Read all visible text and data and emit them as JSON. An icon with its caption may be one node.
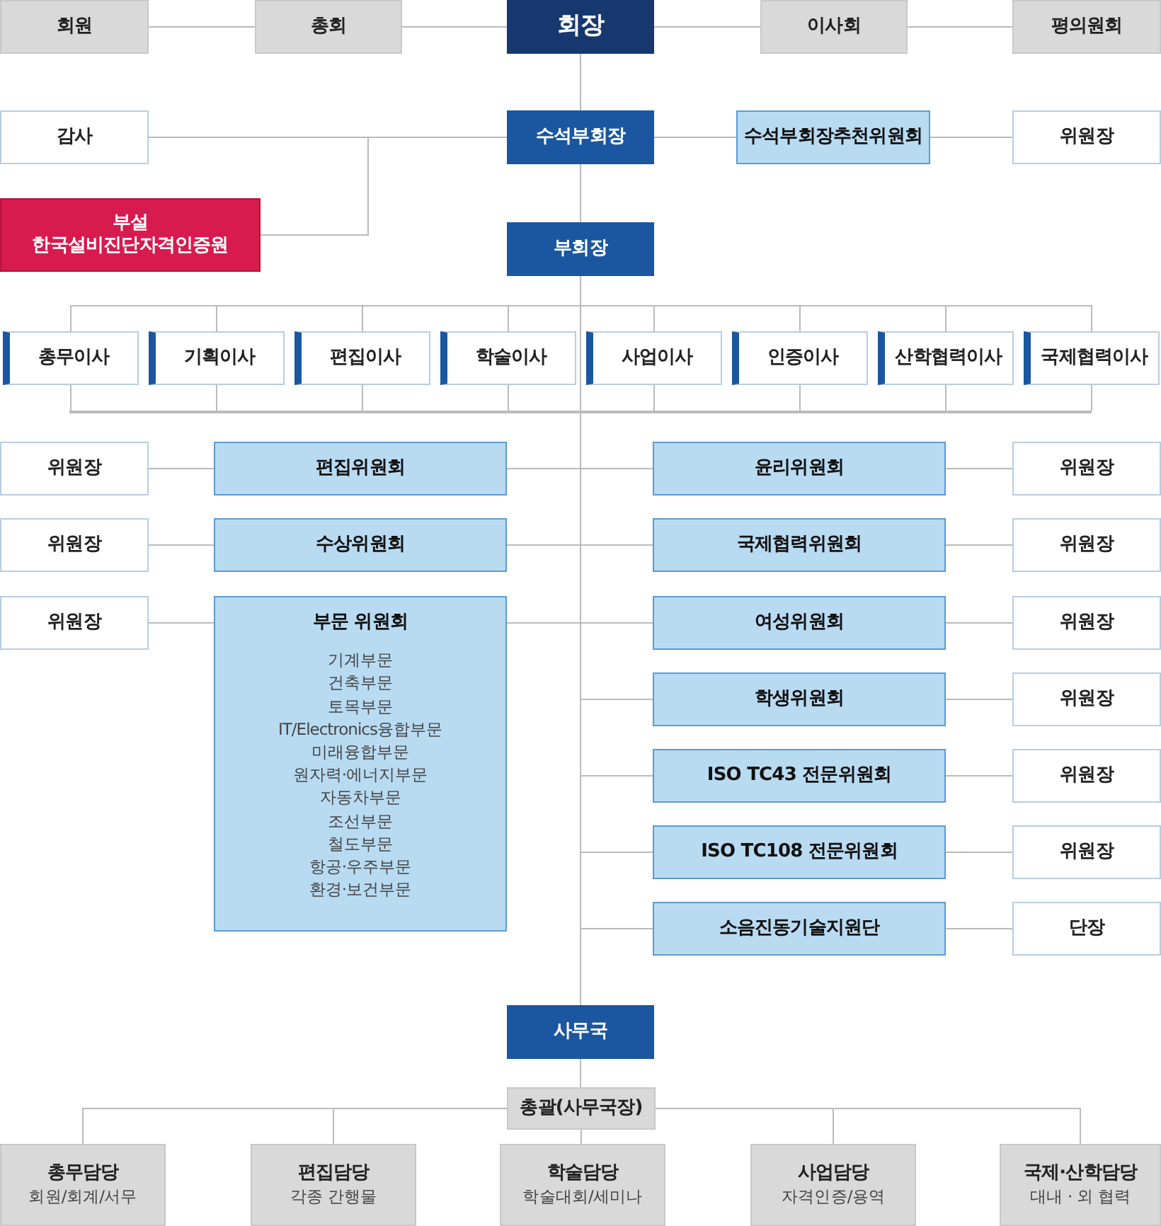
{
  "diagram": {
    "nodes": [
      {
        "text": [
          "회원"
        ]
      },
      {
        "text": [
          "총회"
        ]
      },
      {
        "text": [
          "회장"
        ]
      },
      {
        "text": [
          "이사회"
        ]
      },
      {
        "text": [
          "평의원회"
        ]
      },
      {
        "text": [
          "감사"
        ]
      },
      {
        "text": [
          "수석부회장"
        ]
      },
      {
        "text": [
          "수석부회장추천위원회"
        ]
      },
      {
        "text": [
          "위원장"
        ]
      },
      {
        "text": [
          "부설",
          "한국설비진단자격인증원"
        ]
      },
      {
        "text": [
          "부회장"
        ]
      },
      {
        "text": [
          "총무이사"
        ]
      },
      {
        "text": [
          "기획이사"
        ]
      },
      {
        "text": [
          "편집이사"
        ]
      },
      {
        "text": [
          "학술이사"
        ]
      },
      {
        "text": [
          "사업이사"
        ]
      },
      {
        "text": [
          "인증이사"
        ]
      },
      {
        "text": [
          "산학협력이사"
        ]
      },
      {
        "text": [
          "국제협력이사"
        ]
      },
      {
        "text": [
          "위원장"
        ]
      },
      {
        "text": [
          "편집위원회"
        ]
      },
      {
        "text": [
          "위원장"
        ]
      },
      {
        "text": [
          "수상위원회"
        ]
      },
      {
        "text": [
          "위원장"
        ]
      },
      {
        "text": [
          "부문 위원회",
          "기계부문",
          "건축부문",
          "토목부문",
          "IT/Electronics융합부문",
          "미래융합부문",
          "원자력·에너지부문",
          "자동차부문",
          "조선부문",
          "철도부문",
          "항공·우주부문",
          "환경·보건부문"
        ]
      },
      {
        "text": [
          "윤리위원회"
        ]
      },
      {
        "text": [
          "위원장"
        ]
      },
      {
        "text": [
          "국제협력위원회"
        ]
      },
      {
        "text": [
          "위원장"
        ]
      },
      {
        "text": [
          "여성위원회"
        ]
      },
      {
        "text": [
          "위원장"
        ]
      },
      {
        "text": [
          "학생위원회"
        ]
      },
      {
        "text": [
          "위원장"
        ]
      },
      {
        "text": [
          "ISO TC43 전문위원회"
        ]
      },
      {
        "text": [
          "위원장"
        ]
      },
      {
        "text": [
          "ISO TC108 전문위원회"
        ]
      },
      {
        "text": [
          "위원장"
        ]
      },
      {
        "text": [
          "소음진동기술지원단"
        ]
      },
      {
        "text": [
          "단장"
        ]
      },
      {
        "text": [
          "사무국"
        ]
      },
      {
        "text": [
          "총괄(사무국장)"
        ]
      },
      {
        "text": [
          "총무담당",
          "회원/회계/서무"
        ]
      },
      {
        "text": [
          "편집담당",
          "각종 간행물"
        ]
      },
      {
        "text": [
          "학술담당",
          "학술대회/세미나"
        ]
      },
      {
        "text": [
          "사업담당",
          "자격인증/용역"
        ]
      },
      {
        "text": [
          "국제·산학담당",
          "대내 · 외 협력"
        ]
      },
      {
        "text": [],
        "shape": "bar"
      }
    ],
    "edges": [
      {
        "from": 0,
        "to": 1,
        "arrow": "none"
      },
      {
        "from": 1,
        "to": 2,
        "arrow": "none"
      },
      {
        "from": 2,
        "to": 3,
        "arrow": "none"
      },
      {
        "from": 3,
        "to": 4,
        "arrow": "none"
      },
      {
        "from": 2,
        "to": 6,
        "arrow": "none"
      },
      {
        "from": 5,
        "to": 6,
        "arrow": "none"
      },
      {
        "from": 9,
        "to": 6,
        "arrow": "none"
      },
      {
        "from": 6,
        "to": 7,
        "arrow": "none"
      },
      {
        "from": 7,
        "to": 8,
        "arrow": "none"
      },
      {
        "from": 6,
        "to": 10,
        "arrow": "none"
      },
      {
        "from": 10,
        "to": 11,
        "arrow": "none"
      },
      {
        "from": 10,
        "to": 12,
        "arrow": "none"
      },
      {
        "from": 10,
        "to": 13,
        "arrow": "none"
      },
      {
        "from": 10,
        "to": 14,
        "arrow": "none"
      },
      {
        "from": 10,
        "to": 15,
        "arrow": "none"
      },
      {
        "from": 10,
        "to": 16,
        "arrow": "none"
      },
      {
        "from": 10,
        "to": 17,
        "arrow": "none"
      },
      {
        "from": 10,
        "to": 18,
        "arrow": "none"
      },
      {
        "from": 10,
        "to": 20,
        "arrow": "none"
      },
      {
        "from": 10,
        "to": 22,
        "arrow": "none"
      },
      {
        "from": 10,
        "to": 24,
        "arrow": "none"
      },
      {
        "from": 10,
        "to": 25,
        "arrow": "none"
      },
      {
        "from": 10,
        "to": 27,
        "arrow": "none"
      },
      {
        "from": 10,
        "to": 29,
        "arrow": "none"
      },
      {
        "from": 10,
        "to": 31,
        "arrow": "none"
      },
      {
        "from": 10,
        "to": 33,
        "arrow": "none"
      },
      {
        "from": 10,
        "to": 35,
        "arrow": "none"
      },
      {
        "from": 10,
        "to": 37,
        "arrow": "none"
      },
      {
        "from": 19,
        "to": 20,
        "arrow": "none"
      },
      {
        "from": 21,
        "to": 22,
        "arrow": "none"
      },
      {
        "from": 23,
        "to": 24,
        "arrow": "none"
      },
      {
        "from": 25,
        "to": 26,
        "arrow": "none"
      },
      {
        "from": 27,
        "to": 28,
        "arrow": "none"
      },
      {
        "from": 29,
        "to": 30,
        "arrow": "none"
      },
      {
        "from": 31,
        "to": 32,
        "arrow": "none"
      },
      {
        "from": 33,
        "to": 34,
        "arrow": "none"
      },
      {
        "from": 35,
        "to": 36,
        "arrow": "none"
      },
      {
        "from": 37,
        "to": 38,
        "arrow": "none"
      },
      {
        "from": 10,
        "to": 39,
        "arrow": "none"
      },
      {
        "from": 39,
        "to": 40,
        "arrow": "none"
      },
      {
        "from": 40,
        "to": 41,
        "arrow": "none"
      },
      {
        "from": 40,
        "to": 42,
        "arrow": "none"
      },
      {
        "from": 40,
        "to": 43,
        "arrow": "none"
      },
      {
        "from": 40,
        "to": 44,
        "arrow": "none"
      },
      {
        "from": 40,
        "to": 45,
        "arrow": "none"
      },
      {
        "from": 11,
        "to": 46,
        "arrow": "none"
      },
      {
        "from": 12,
        "to": 46,
        "arrow": "none"
      },
      {
        "from": 13,
        "to": 46,
        "arrow": "none"
      },
      {
        "from": 14,
        "to": 46,
        "arrow": "none"
      },
      {
        "from": 15,
        "to": 46,
        "arrow": "none"
      },
      {
        "from": 16,
        "to": 46,
        "arrow": "none"
      },
      {
        "from": 17,
        "to": 46,
        "arrow": "none"
      },
      {
        "from": 18,
        "to": 46,
        "arrow": "none"
      }
    ]
  }
}
